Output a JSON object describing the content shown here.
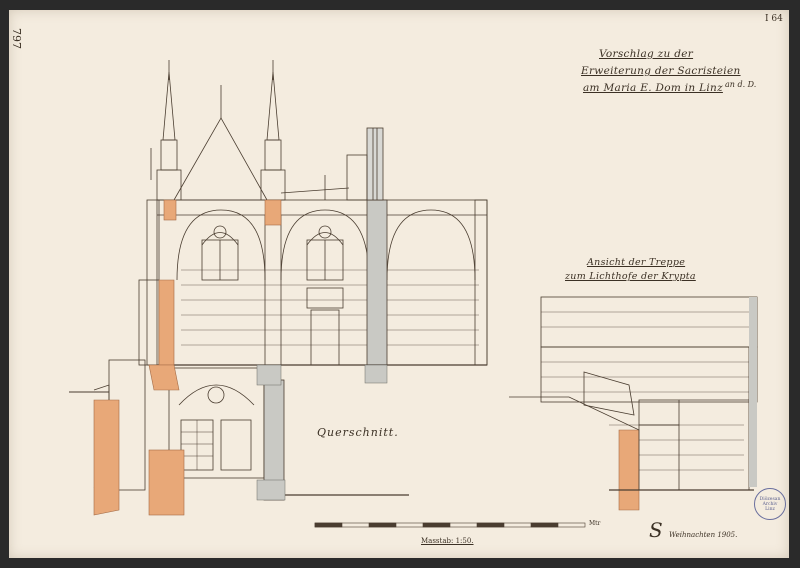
{
  "sheet": {
    "corner_number_left": "797",
    "corner_number_right": "I 64"
  },
  "title": {
    "line1": "Vorschlag zu der",
    "line2": "Erweiterung der Sacristeien",
    "line3": "am Maria E. Dom in Linz",
    "line3_suffix": "an d. D."
  },
  "stair_caption": {
    "line1": "Ansicht der Treppe",
    "line2": "zum Lichthofe der Krypta"
  },
  "section_label": "Querschnitt.",
  "scale": {
    "label": "Masstab: 1:50.",
    "unit": "Mtr"
  },
  "signature": {
    "initials": "S",
    "text": "Weihnachten 1905."
  },
  "stamp": {
    "line1": "Diözesan",
    "line2": "Archiv",
    "line3": "Linz"
  },
  "colors": {
    "paper": "#f4ecdf",
    "ink": "#4a3d30",
    "section_fill": "#e8a878",
    "grey_wash": "#c9c9c4"
  }
}
